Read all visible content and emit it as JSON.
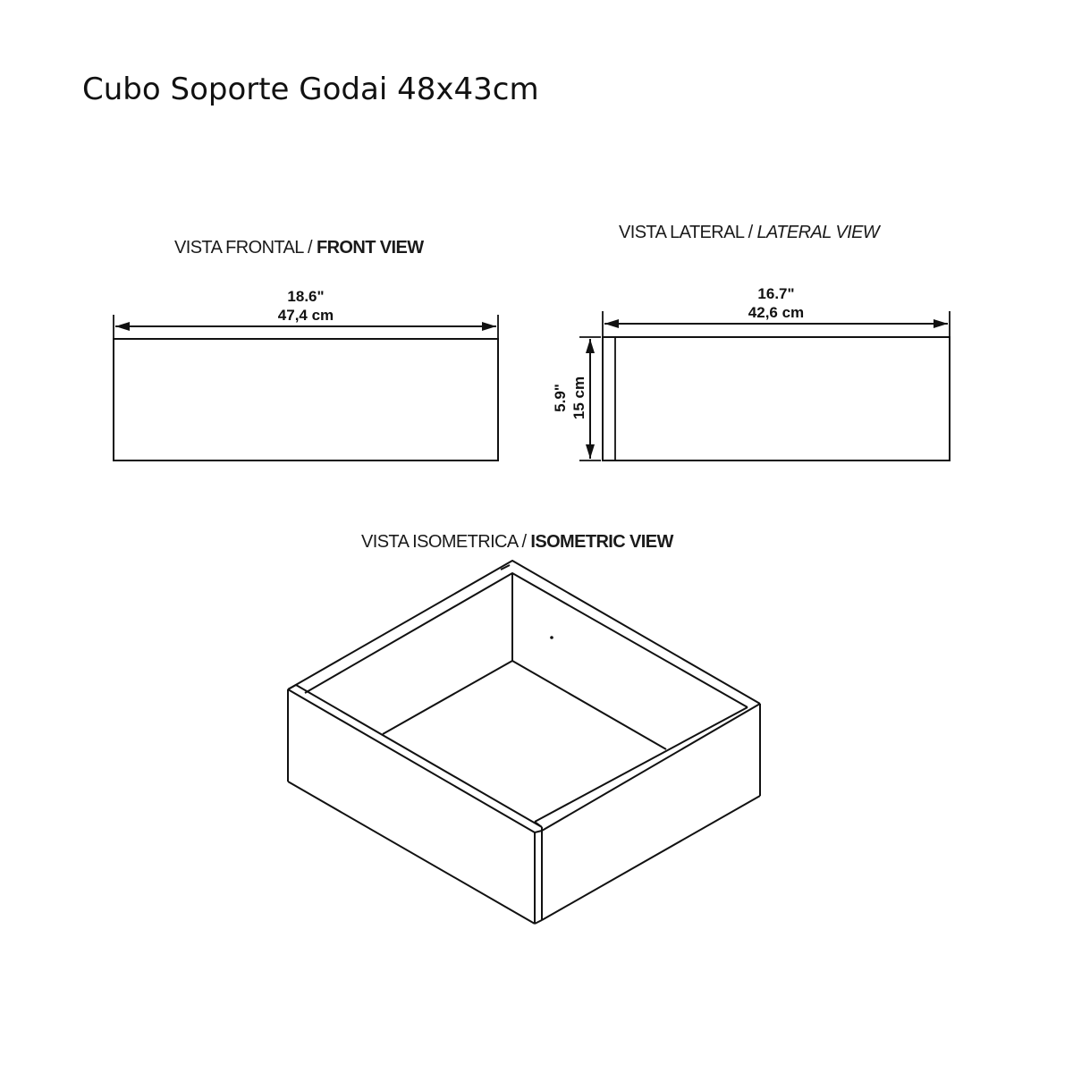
{
  "title": "Cubo Soporte Godai 48x43cm",
  "views": {
    "front": {
      "label_es": "VISTA FRONTAL / ",
      "label_en": "FRONT VIEW",
      "width_in": "18.6\"",
      "width_cm": "47,4 cm"
    },
    "lateral": {
      "label_es": "VISTA LATERAL / ",
      "label_en": "LATERAL VIEW",
      "depth_in": "16.7\"",
      "depth_cm": "42,6 cm",
      "height_in": "5.9\"",
      "height_cm": "15 cm"
    },
    "isometric": {
      "label_es": "VISTA ISOMETRICA / ",
      "label_en": "ISOMETRIC VIEW"
    }
  },
  "colors": {
    "line": "#111111",
    "background": "#ffffff"
  }
}
